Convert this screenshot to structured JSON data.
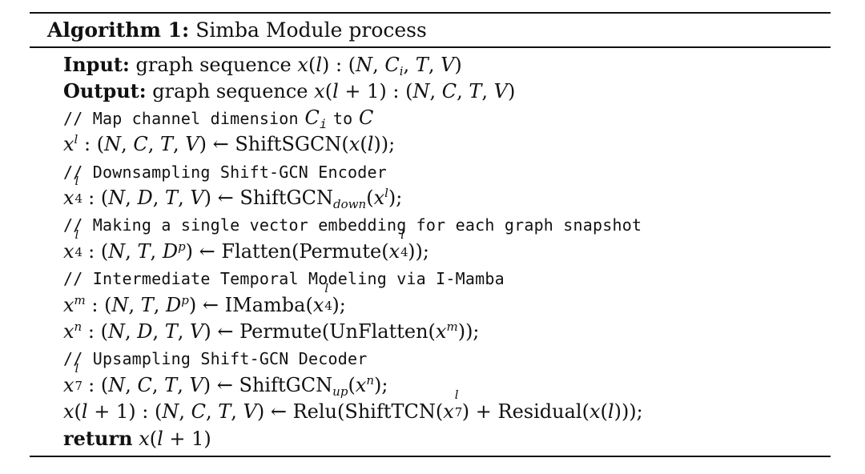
{
  "algorithm": {
    "caption_label": "Algorithm 1:",
    "caption_title": "Simba Module process"
  },
  "lines": {
    "input_kw": "Input:",
    "input_text": "graph sequence",
    "input_math": "x(l) : (N, C_i, T, V)",
    "output_kw": "Output:",
    "output_text": "graph sequence",
    "output_math": "x(l + 1) : (N, C, T, V)",
    "comment_1_prefix": "// Map channel dimension",
    "comment_1_mid": "to",
    "comment_2": "// Downsampling Shift-GCN Encoder",
    "comment_3": "// Making a single vector embedding for each graph snapshot",
    "comment_4": "// Intermediate Temporal Modeling via I-Mamba",
    "comment_5": "// Upsampling Shift-GCN Decoder",
    "return_kw": "return",
    "fn_shiftsgcn": "ShiftSGCN",
    "fn_shiftgcn": "ShiftGCN",
    "sub_down": "down",
    "sub_up": "up",
    "fn_flatten": "Flatten",
    "fn_permute": "Permute",
    "fn_imamba": "IMamba",
    "fn_unflatten": "UnFlatten",
    "fn_relu": "Relu",
    "fn_shifttcn": "ShiftTCN",
    "fn_residual": "Residual"
  }
}
